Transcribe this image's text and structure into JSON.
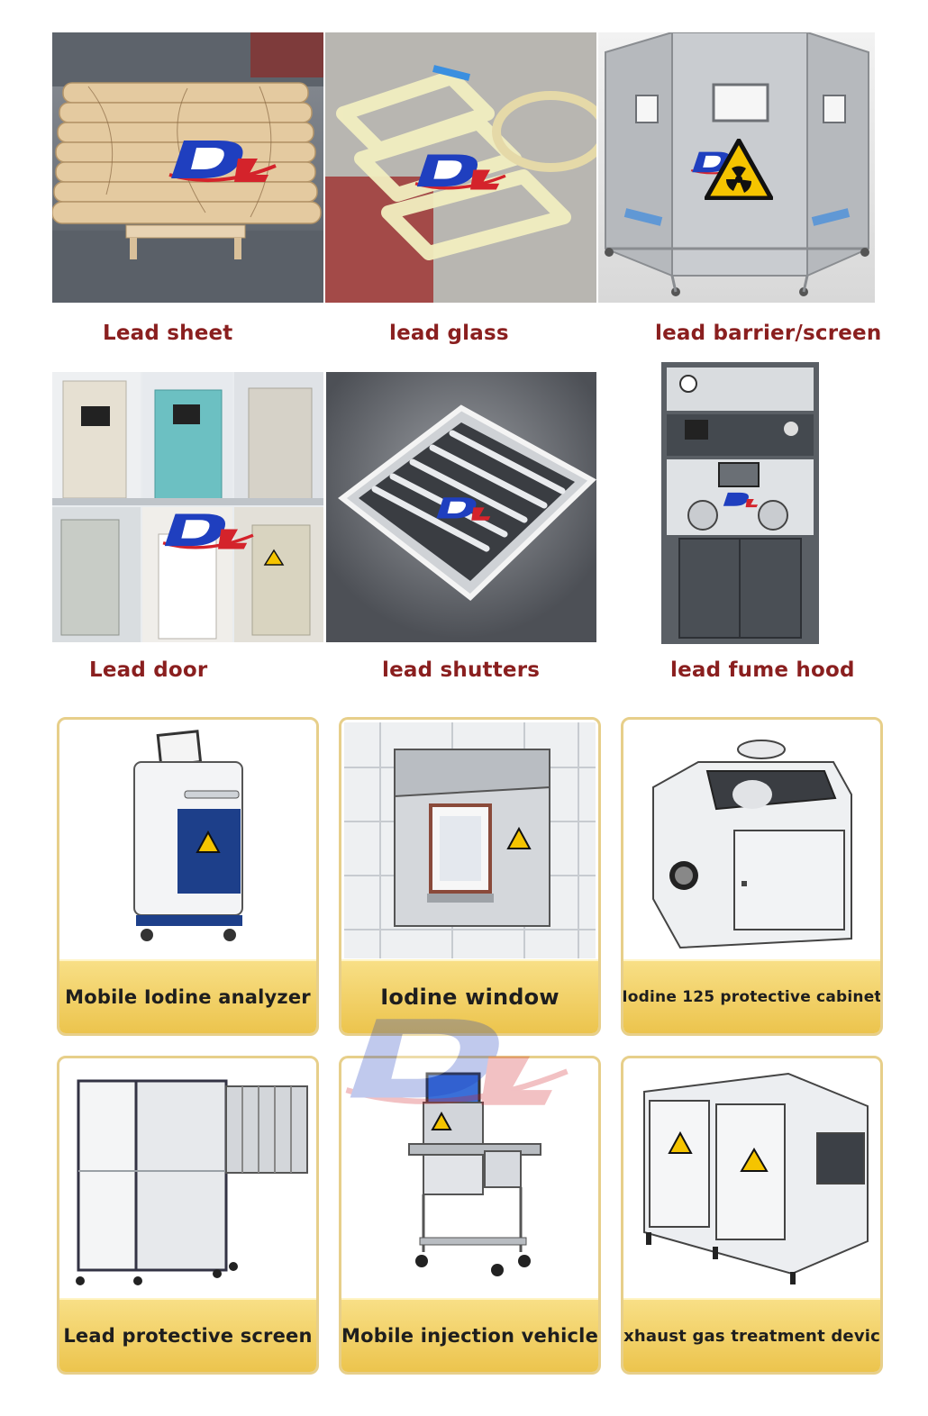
{
  "photo_items": [
    {
      "label": "Lead sheet"
    },
    {
      "label": "lead glass"
    },
    {
      "label": "lead barrier/screen"
    },
    {
      "label": "Lead door"
    },
    {
      "label": "lead shutters"
    },
    {
      "label": "lead fume hood"
    }
  ],
  "card_items": [
    {
      "label": "Mobile Iodine analyzer"
    },
    {
      "label": "Iodine window"
    },
    {
      "label": "Iodine 125 protective cabinet"
    },
    {
      "label": "Lead protective screen"
    },
    {
      "label": "Mobile injection vehicle"
    },
    {
      "label": "Exhaust gas treatment device"
    }
  ],
  "colors": {
    "caption": "#8a1f1f",
    "card_band": "#f3d26b",
    "card_border": "#e7cf8a",
    "logo_blue": "#1f3fbf",
    "logo_red": "#d4232b",
    "hazard_yellow": "#f5c400"
  },
  "icons": [
    "dl-logo",
    "radiation-hazard-icon"
  ]
}
